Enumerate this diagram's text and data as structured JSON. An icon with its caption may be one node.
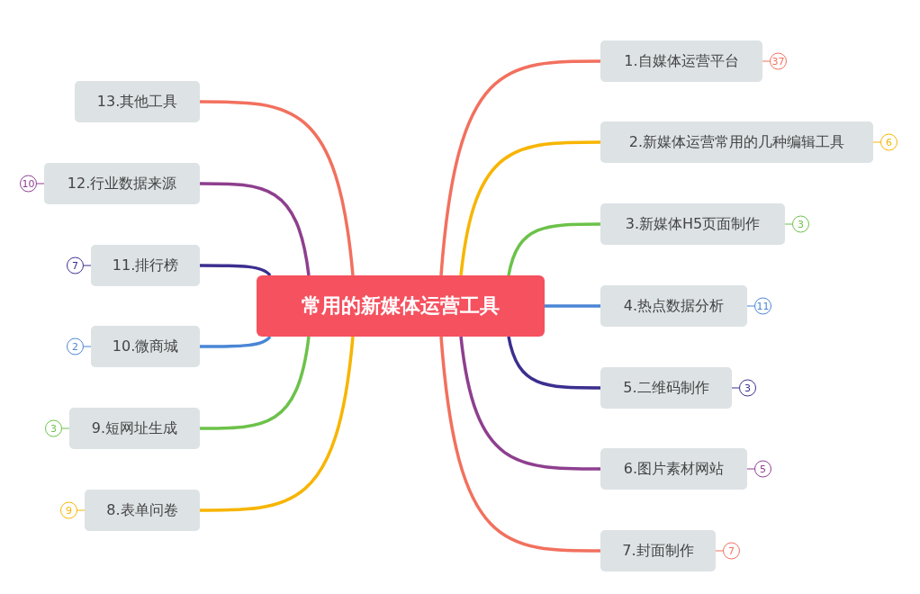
{
  "diagram": {
    "nodes": [
      {
        "text": [
          "常用的新媒体运营工具"
        ]
      },
      {
        "text": [
          "1.自媒体运营平台"
        ],
        "beside": [
          "37"
        ]
      },
      {
        "text": [
          "2.新媒体运营常用的几种编辑工具"
        ],
        "beside": [
          "6"
        ]
      },
      {
        "text": [
          "3.新媒体H5页面制作"
        ],
        "beside": [
          "3"
        ]
      },
      {
        "text": [
          "4.热点数据分析"
        ],
        "beside": [
          "11"
        ]
      },
      {
        "text": [
          "5.二维码制作"
        ],
        "beside": [
          "3"
        ]
      },
      {
        "text": [
          "6.图片素材网站"
        ],
        "beside": [
          "5"
        ]
      },
      {
        "text": [
          "7.封面制作"
        ],
        "beside": [
          "7"
        ]
      },
      {
        "text": [
          "8.表单问卷"
        ],
        "beside": [
          "9"
        ]
      },
      {
        "text": [
          "9.短网址生成"
        ],
        "beside": [
          "3"
        ]
      },
      {
        "text": [
          "10.微商城"
        ],
        "beside": [
          "2"
        ]
      },
      {
        "text": [
          "11.排行榜"
        ],
        "beside": [
          "7"
        ]
      },
      {
        "text": [
          "12.行业数据来源"
        ],
        "beside": [
          "10"
        ]
      },
      {
        "text": [
          "13.其他工具"
        ]
      }
    ],
    "edges": [
      {
        "from": 0,
        "to": 1,
        "arrow": "none",
        "color": "#f2705e"
      },
      {
        "from": 0,
        "to": 2,
        "arrow": "none",
        "color": "#f7b500"
      },
      {
        "from": 0,
        "to": 3,
        "arrow": "none",
        "color": "#6cc24a"
      },
      {
        "from": 0,
        "to": 4,
        "arrow": "none",
        "color": "#4a86d4"
      },
      {
        "from": 0,
        "to": 5,
        "arrow": "none",
        "color": "#3b2f8f"
      },
      {
        "from": 0,
        "to": 6,
        "arrow": "none",
        "color": "#8e3f8e"
      },
      {
        "from": 0,
        "to": 7,
        "arrow": "none",
        "color": "#f2705e"
      },
      {
        "from": 0,
        "to": 8,
        "arrow": "none",
        "color": "#f7b500"
      },
      {
        "from": 0,
        "to": 9,
        "arrow": "none",
        "color": "#6cc24a"
      },
      {
        "from": 0,
        "to": 10,
        "arrow": "none",
        "color": "#4a86d4"
      },
      {
        "from": 0,
        "to": 11,
        "arrow": "none",
        "color": "#3b2f8f"
      },
      {
        "from": 0,
        "to": 12,
        "arrow": "none",
        "color": "#8e3f8e"
      },
      {
        "from": 0,
        "to": 13,
        "arrow": "none",
        "color": "#f2705e"
      }
    ]
  }
}
